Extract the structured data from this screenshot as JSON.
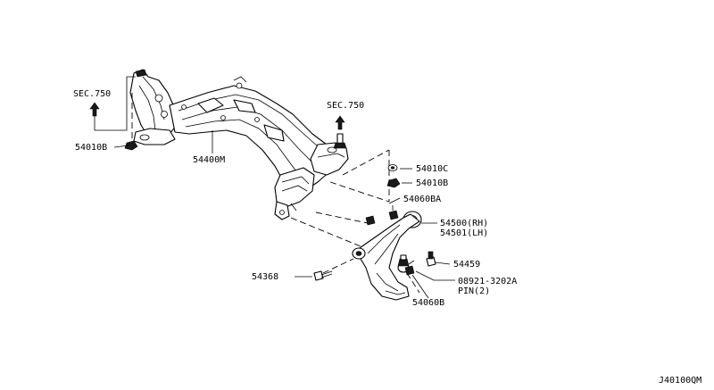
{
  "diagram_code": "J40100QM",
  "section_refs": {
    "left": "SEC.750",
    "right": "SEC.750"
  },
  "callouts": [
    {
      "id": "c1",
      "text": "54010B"
    },
    {
      "id": "c2",
      "text": "54400M"
    },
    {
      "id": "c3",
      "text": "54010C"
    },
    {
      "id": "c4",
      "text": "54010B"
    },
    {
      "id": "c5",
      "text": "54060BA"
    },
    {
      "id": "c6",
      "text": "54500(RH)"
    },
    {
      "id": "c7",
      "text": "54501(LH)"
    },
    {
      "id": "c8",
      "text": "54459"
    },
    {
      "id": "c9",
      "text": "54368"
    },
    {
      "id": "c10",
      "text": "08921-3202A"
    },
    {
      "id": "c11",
      "text": "PIN(2)"
    },
    {
      "id": "c12",
      "text": "54060B"
    }
  ]
}
